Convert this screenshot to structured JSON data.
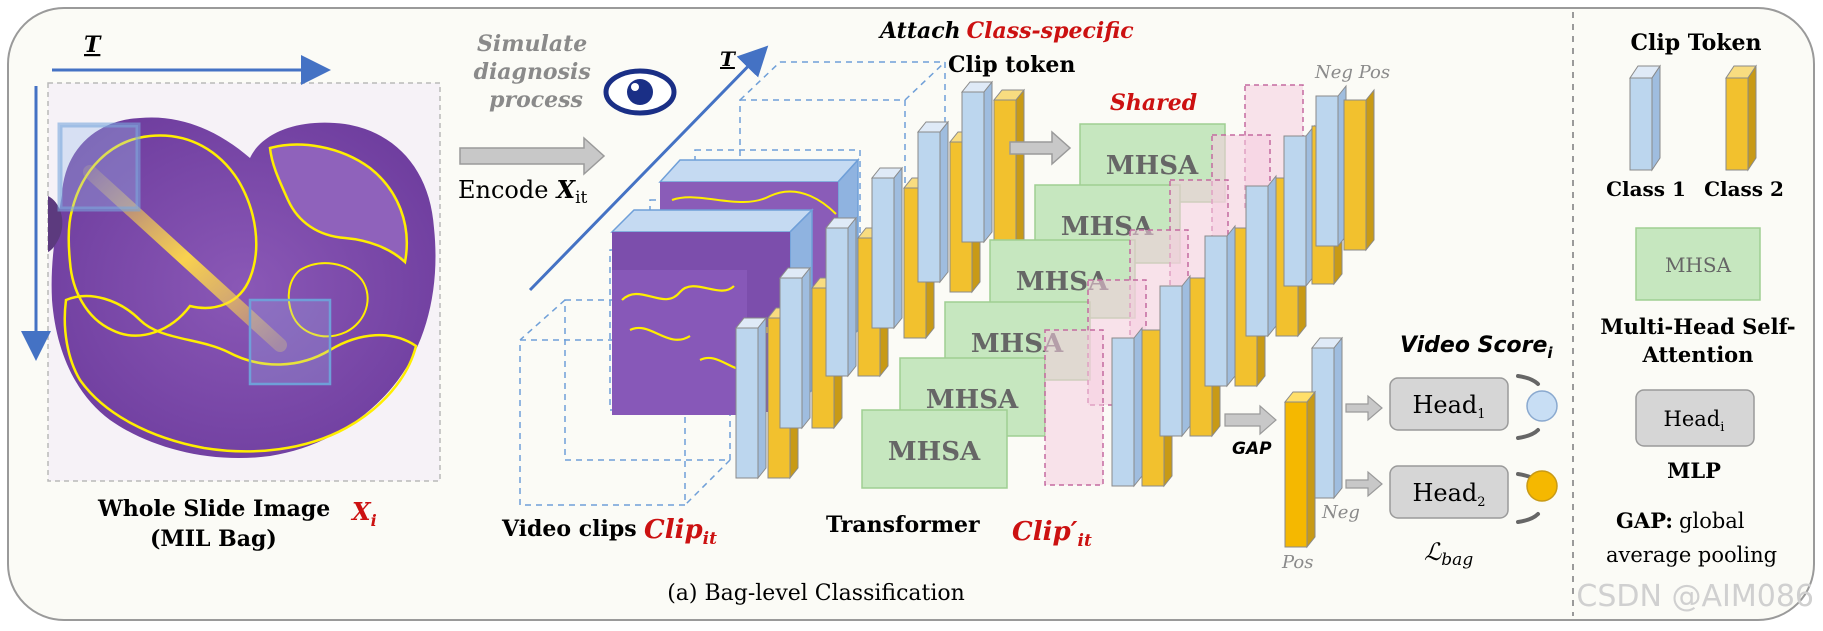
{
  "labels": {
    "time_axis": "T",
    "simulate": [
      "Simulate",
      "diagnosis",
      "process"
    ],
    "encode": "Encode",
    "encode_var": "X",
    "encode_sub": "it",
    "attach_prefix": "Attach",
    "attach_highlight": "Class-specific",
    "clip_token_heading": "Clip token",
    "shared": "Shared",
    "neg_pos": "Neg Pos",
    "mhsa": "MHSA",
    "gap": "GAP",
    "video_score": "Video Score",
    "video_score_sub": "i",
    "head_text": "Head",
    "head1_sub": "1",
    "head2_sub": "2",
    "neg": "Neg",
    "pos": "Pos",
    "loss": "ℒ",
    "loss_sub": "bag",
    "wsi_line1": "Whole Slide Image",
    "wsi_line2": "(MIL Bag)",
    "wsi_var": "X",
    "wsi_var_sub": "i",
    "video_clips": "Video clips",
    "clip_var": "Clip",
    "clip_sub": "it",
    "transformer": "Transformer",
    "clip_prime": "Clip′",
    "caption": "(a) Bag-level Classification"
  },
  "legend": {
    "title": "Clip Token",
    "class1": "Class 1",
    "class2": "Class 2",
    "mhsa_box": "MHSA",
    "mhsa_desc_1": "Multi-Head Self-",
    "mhsa_desc_2": "Attention",
    "head_box": "Head",
    "head_box_sub": "i",
    "mlp": "MLP",
    "gap_term": "GAP:",
    "gap_desc_1": "global",
    "gap_desc_2": "average pooling"
  },
  "watermark": "CSDN @AIM086",
  "colors": {
    "class1_token": "#bcd6ee",
    "class2_token": "#f2c12e",
    "mhsa_fill": "#c6e7bf",
    "head_fill": "#d6d6d6",
    "accent_red": "#cc1111",
    "arrow_blue": "#4472c4",
    "tissue_purple": "#7a48a8",
    "contour_yellow": "#ffee00",
    "score_blue": "#c8def4",
    "score_gold": "#f5b800"
  }
}
